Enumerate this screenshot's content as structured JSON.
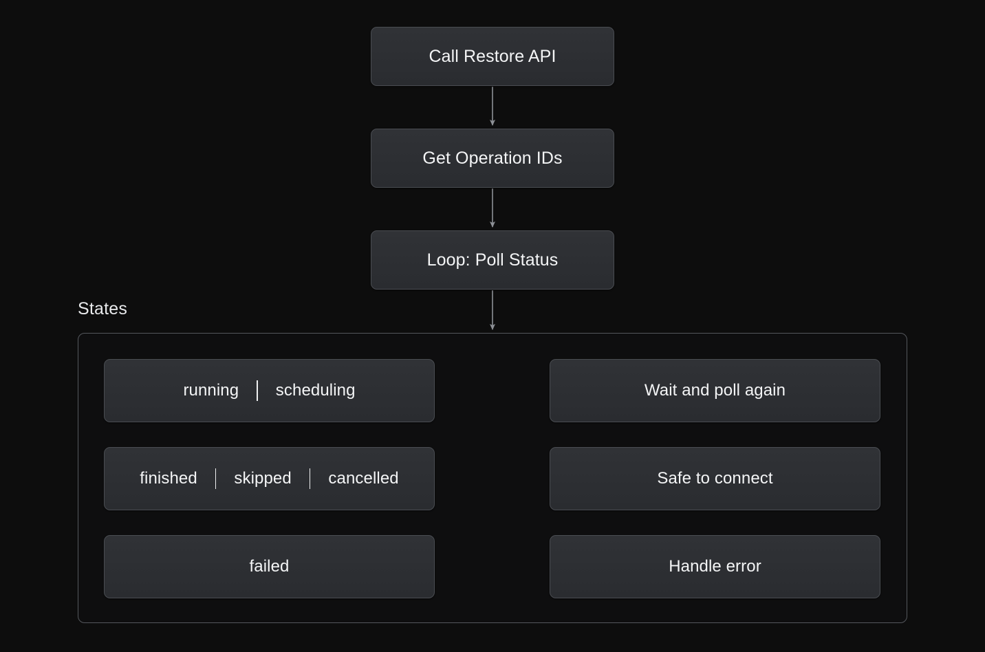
{
  "diagram": {
    "type": "flowchart",
    "title_label": "States",
    "background_color": "#0d0d0d",
    "node_fill_color": "#2b2d30",
    "node_border_color": "#4a4d52",
    "text_color": "#f4f5f6",
    "edge_color": "#8d9096",
    "flow": [
      {
        "id": "call-restore",
        "label": "Call Restore API"
      },
      {
        "id": "get-ops",
        "label": "Get Operation IDs"
      },
      {
        "id": "loop-poll",
        "label": "Loop: Poll Status"
      }
    ],
    "subgraph": {
      "label": "States",
      "rows": [
        {
          "id": "running",
          "state_tokens": [
            "running",
            "scheduling"
          ],
          "separator": "|",
          "action_label": "Wait and poll again",
          "edge_style": "dashed"
        },
        {
          "id": "finished",
          "state_tokens": [
            "finished",
            "skipped",
            "cancelled"
          ],
          "separator": "|",
          "action_label": "Safe to connect",
          "edge_style": "dashed"
        },
        {
          "id": "failed",
          "state_tokens": [
            "failed"
          ],
          "separator": "|",
          "action_label": "Handle error",
          "edge_style": "dashed"
        }
      ]
    },
    "edges": [
      {
        "from": "Call Restore API",
        "to": "Get Operation IDs",
        "style": "solid"
      },
      {
        "from": "Get Operation IDs",
        "to": "Loop: Poll Status",
        "style": "solid"
      },
      {
        "from": "Loop: Poll Status",
        "to": "States",
        "style": "solid"
      },
      {
        "from": "running | scheduling",
        "to": "Wait and poll again",
        "style": "dashed"
      },
      {
        "from": "finished | skipped | cancelled",
        "to": "Safe to connect",
        "style": "dashed"
      },
      {
        "from": "failed",
        "to": "Handle error",
        "style": "dashed"
      }
    ]
  }
}
